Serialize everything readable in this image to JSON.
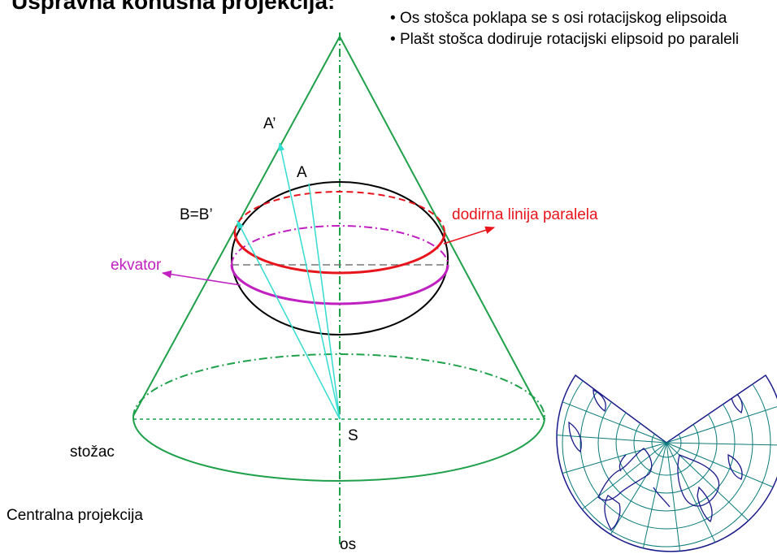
{
  "title": "Uspravna konusna projekcija:",
  "bullets": [
    "Os stošca poklapa se s osi rotacijskog elipsoida",
    "Plašt stošca dodiruje rotacijski elipsoid po paraleli"
  ],
  "labels": {
    "a_prime": "A’",
    "a": "A",
    "b_b_prime": "B=B’",
    "tangent_parallel": "dodirna linija paralela",
    "equator": "ekvator",
    "center": "S",
    "cone": "stožac",
    "central_projection": "Centralna projekcija",
    "axis": "os"
  },
  "colors": {
    "cone": "#1fa04a",
    "ellipsoid": "#000000",
    "tangent_parallel": "#e8141c",
    "equator": "#c020c0",
    "projection_rays": "#33dcd0",
    "map_lines": "#0a7a7a",
    "coastline": "#1a1a8a"
  }
}
